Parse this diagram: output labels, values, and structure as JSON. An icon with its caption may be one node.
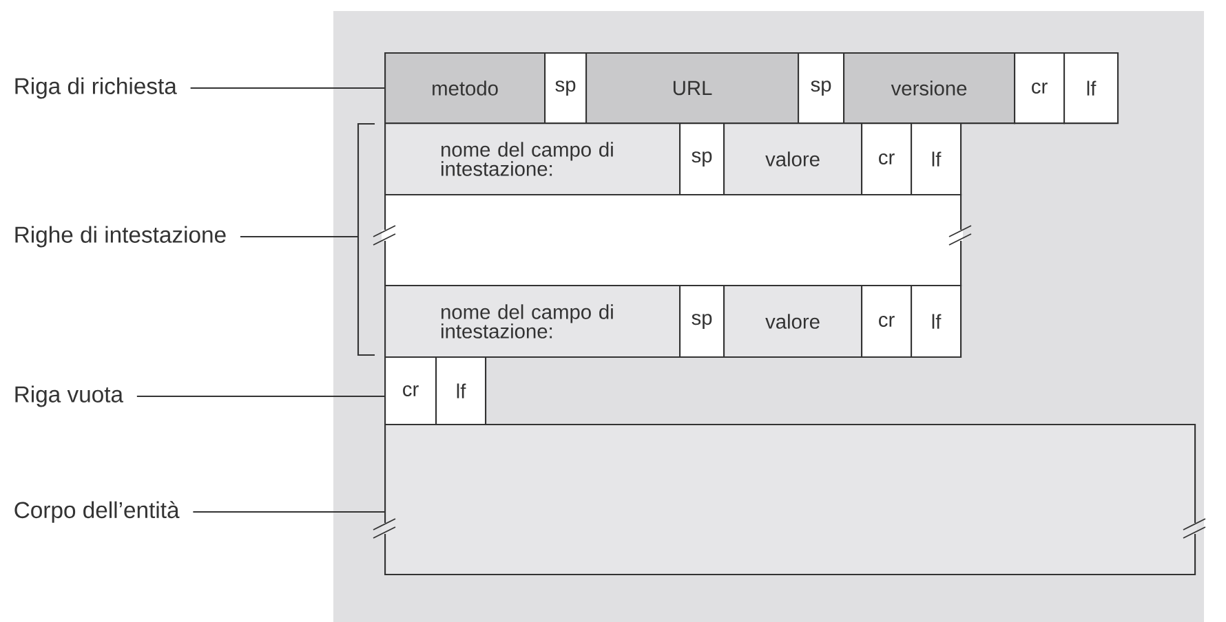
{
  "diagram": {
    "nodes": [
      {
        "text": [
          "Riga di richiesta"
        ]
      },
      {
        "text": [
          "metodo"
        ]
      },
      {
        "text": [
          "sp"
        ]
      },
      {
        "text": [
          "URL"
        ]
      },
      {
        "text": [
          "sp"
        ]
      },
      {
        "text": [
          "versione"
        ]
      },
      {
        "text": [
          "cr"
        ]
      },
      {
        "text": [
          "lf"
        ]
      },
      {
        "text": [
          "Righe di intestazione"
        ]
      },
      {
        "text": [
          "nome del campo di intestazione:"
        ]
      },
      {
        "text": [
          "sp"
        ]
      },
      {
        "text": [
          "valore"
        ]
      },
      {
        "text": [
          "cr"
        ]
      },
      {
        "text": [
          "lf"
        ]
      },
      {
        "text": [],
        "shape": "box"
      },
      {
        "text": [
          "nome del campo di intestazione:"
        ]
      },
      {
        "text": [
          "sp"
        ]
      },
      {
        "text": [
          "valore"
        ]
      },
      {
        "text": [
          "cr"
        ]
      },
      {
        "text": [
          "lf"
        ]
      },
      {
        "text": [
          "Riga vuota"
        ]
      },
      {
        "text": [
          "cr"
        ]
      },
      {
        "text": [
          "lf"
        ]
      },
      {
        "text": [
          "Corpo dell’entità"
        ]
      },
      {
        "text": [],
        "shape": "box"
      }
    ],
    "edges": [
      {
        "from": 0,
        "to": 1,
        "arrow": "none"
      },
      {
        "from": 8,
        "to": 14,
        "arrow": "none"
      },
      {
        "from": 20,
        "to": 21,
        "arrow": "none"
      },
      {
        "from": 23,
        "to": 24,
        "arrow": "none"
      }
    ]
  }
}
